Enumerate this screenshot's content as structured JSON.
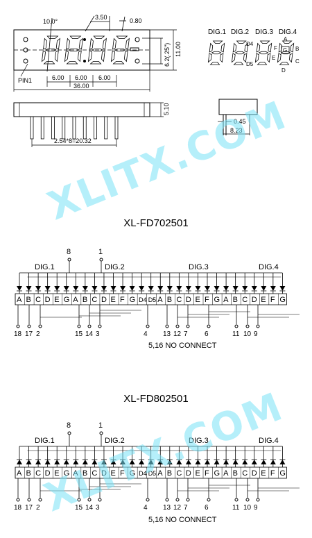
{
  "colors": {
    "ink": "#000000",
    "watermark": "#8fe6f5"
  },
  "dims": {
    "angle": "10.0°",
    "seg_width": "3.50",
    "seg_thick": "0.80",
    "pin1": "PIN1",
    "pitch_a": "6.00",
    "pitch_b": "6.00",
    "pitch_c": "6.00",
    "total_len": "36.00",
    "digit_h": "6.2(.25\")",
    "total_h": "11.00",
    "side_h": "5.10",
    "pin_span": "2.54*8=20.32",
    "pin_dia": "0.45",
    "depth": "8.23"
  },
  "digits": {
    "dig1": "DIG.1",
    "dig2": "DIG.2",
    "dig3": "DIG.3",
    "dig4": "DIG.4",
    "d4": "D4",
    "d5": "D5",
    "seg_a": "A",
    "seg_b": "B",
    "seg_c": "C",
    "seg_d": "D",
    "seg_e": "E",
    "seg_f": "F",
    "seg_g": "G"
  },
  "models": {
    "m1": {
      "title": "XL-FD702501",
      "note": "5,16 NO CONNECT"
    },
    "m2": {
      "title": "XL-FD802501",
      "note": "5,16 NO CONNECT"
    }
  },
  "pins": {
    "top": [
      "8",
      "1"
    ],
    "bottom": [
      "18",
      "17",
      "2",
      "15",
      "14",
      "3",
      "4",
      "13",
      "12",
      "7",
      "6",
      "11",
      "10",
      "9"
    ],
    "bus_labels": [
      "DIG.1",
      "DIG.2",
      "DIG.3",
      "DIG.4"
    ],
    "row": [
      "A",
      "B",
      "C",
      "D",
      "E",
      "G",
      "A",
      "B",
      "C",
      "D",
      "E",
      "F",
      "G",
      "D4",
      "D5",
      "A",
      "B",
      "C",
      "D",
      "E",
      "F",
      "G",
      "A",
      "B",
      "C",
      "D",
      "E",
      "F",
      "G"
    ]
  },
  "watermark": {
    "text1": "XLITX.COM",
    "text2": "XLITX.COM"
  }
}
